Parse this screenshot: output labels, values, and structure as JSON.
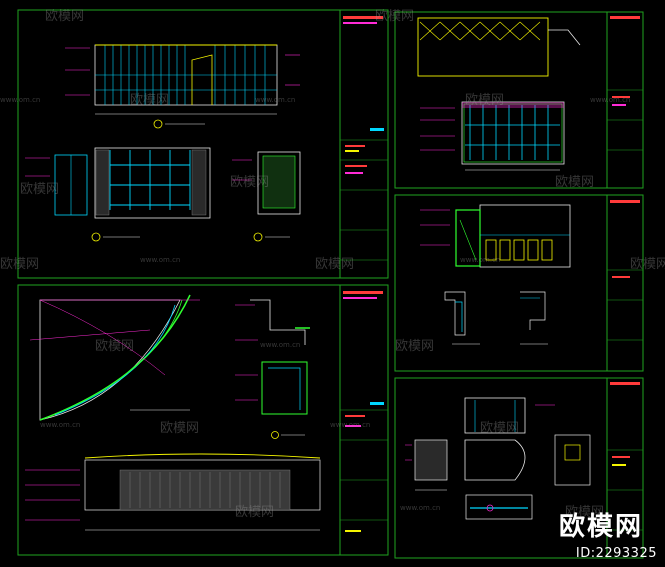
{
  "watermark": {
    "brand": "欧模网",
    "site": "www.om.cn",
    "id_label": "ID:2293325"
  },
  "colors": {
    "frame": "#1fa31f",
    "cyan": "#00d8ff",
    "magenta": "#ff2bd6",
    "yellow": "#f5f500",
    "white": "#e8e8e8",
    "green": "#2fff2f",
    "red": "#ff3b3b"
  },
  "sheets": [
    {
      "name": "sheet-top-left"
    },
    {
      "name": "sheet-top-right"
    },
    {
      "name": "sheet-middle-right"
    },
    {
      "name": "sheet-bottom-left"
    },
    {
      "name": "sheet-bottom-right"
    }
  ]
}
